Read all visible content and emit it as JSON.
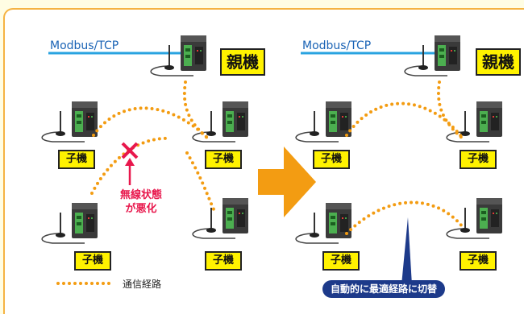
{
  "panels": [
    {
      "protocol_label": "Modbus/TCP",
      "parent_label": "親機",
      "child_labels": [
        "子機",
        "子機",
        "子機",
        "子機"
      ]
    },
    {
      "protocol_label": "Modbus/TCP",
      "parent_label": "親機",
      "child_labels": [
        "子機",
        "子機",
        "子機",
        "子機"
      ]
    }
  ],
  "fault": {
    "text": "無線状態\nが悪化",
    "color": "#e8174c"
  },
  "legend": {
    "label": "通信経路",
    "dot_color": "#f39c12"
  },
  "result_banner": "自動的に最適経路に切替",
  "colors": {
    "frame": "#f5b342",
    "protocol_line": "#29a3e0",
    "arrow": "#f39c12",
    "label_bg": "#fff200",
    "banner_bg": "#1d3a8a"
  }
}
